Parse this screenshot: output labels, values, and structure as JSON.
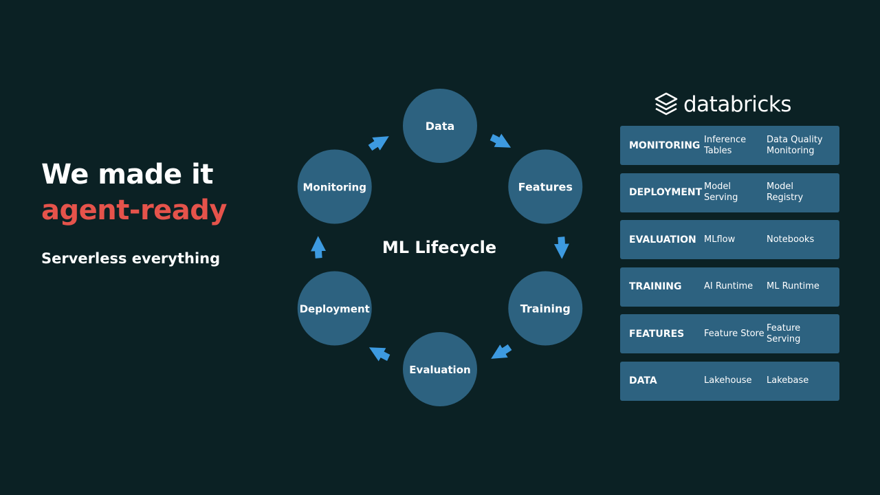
{
  "headline": {
    "line1": "We made it",
    "line2": "agent-ready"
  },
  "subhead": "Serverless everything",
  "cycle": {
    "center": "ML Lifecycle",
    "nodes": [
      "Data",
      "Features",
      "Training",
      "Evaluation",
      "Deployment",
      "Monitoring"
    ]
  },
  "brand": {
    "name": "databricks"
  },
  "stack": [
    {
      "name": "MONITORING",
      "items": [
        "Inference Tables",
        "Data Quality Monitoring"
      ]
    },
    {
      "name": "DEPLOYMENT",
      "items": [
        "Model Serving",
        "Model Registry"
      ]
    },
    {
      "name": "EVALUATION",
      "items": [
        "MLflow",
        "Notebooks"
      ]
    },
    {
      "name": "TRAINING",
      "items": [
        "AI Runtime",
        "ML Runtime"
      ]
    },
    {
      "name": "FEATURES",
      "items": [
        "Feature Store",
        "Feature Serving"
      ]
    },
    {
      "name": "DATA",
      "items": [
        "Lakehouse",
        "Lakebase"
      ]
    }
  ],
  "colors": {
    "background": "#0b2124",
    "node": "#2d6280",
    "arrow": "#3d9ae0",
    "accent": "#e5534b"
  }
}
